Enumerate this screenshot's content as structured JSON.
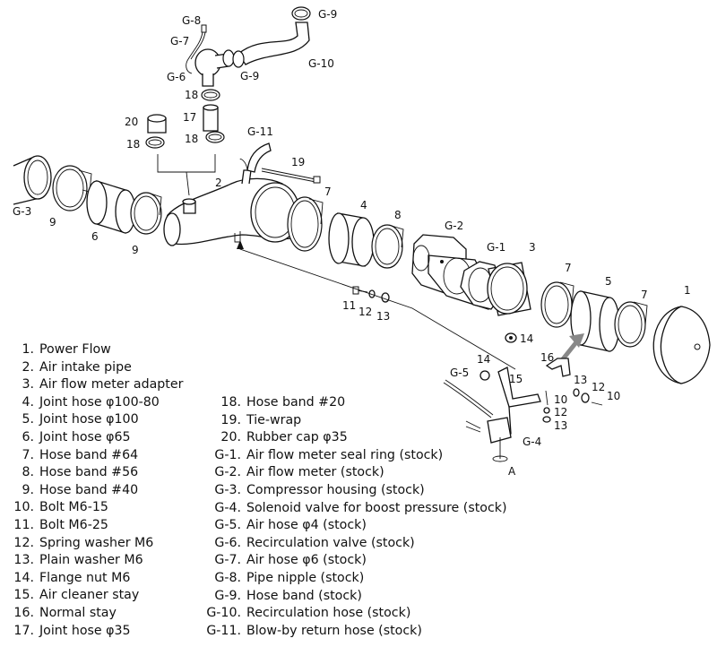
{
  "callouts": {
    "g8": "G-8",
    "g9a": "G-9",
    "g7": "G-7",
    "g6": "G-6",
    "g9b": "G-9",
    "g10": "G-10",
    "p18a": "18",
    "p17": "17",
    "p20": "20",
    "p18b": "18",
    "p18c": "18",
    "g11": "G-11",
    "p19": "19",
    "p2": "2",
    "p7a": "7",
    "p4": "4",
    "p8": "8",
    "g2": "G-2",
    "g1": "G-1",
    "p3": "3",
    "g3": "G-3",
    "p9a": "9",
    "p6": "6",
    "p9b": "9",
    "p11": "11",
    "p12a": "12",
    "p13a": "13",
    "p14a": "14",
    "p7b": "7",
    "p5": "5",
    "p7c": "7",
    "p1": "1",
    "p14b": "14",
    "g5": "G-5",
    "p15": "15",
    "p16": "16",
    "p13b": "13",
    "p12b": "12",
    "p10a": "10",
    "p10b": "10",
    "p12c": "12",
    "p13c": "13",
    "g4": "G-4",
    "a": "A"
  },
  "legend_left": [
    {
      "num": "1.",
      "text": "Power Flow"
    },
    {
      "num": "2.",
      "text": "Air intake pipe"
    },
    {
      "num": "3.",
      "text": "Air flow meter adapter"
    },
    {
      "num": "4.",
      "text": "Joint hose  φ100-80"
    },
    {
      "num": "5.",
      "text": "Joint hose  φ100"
    },
    {
      "num": "6.",
      "text": "Joint hose  φ65"
    },
    {
      "num": "7.",
      "text": "Hose band  #64"
    },
    {
      "num": "8.",
      "text": "Hose band  #56"
    },
    {
      "num": "9.",
      "text": "Hose band  #40"
    },
    {
      "num": "10.",
      "text": "Bolt  M6-15"
    },
    {
      "num": "11.",
      "text": "Bolt  M6-25"
    },
    {
      "num": "12.",
      "text": "Spring washer  M6"
    },
    {
      "num": "13.",
      "text": "Plain washer  M6"
    },
    {
      "num": "14.",
      "text": "Flange nut  M6"
    },
    {
      "num": "15.",
      "text": "Air cleaner stay"
    },
    {
      "num": "16.",
      "text": "Normal stay"
    },
    {
      "num": "17.",
      "text": "Joint hose  φ35"
    }
  ],
  "legend_right": [
    {
      "num": "18.",
      "text": "Hose band  #20"
    },
    {
      "num": "19.",
      "text": "Tie-wrap"
    },
    {
      "num": "20.",
      "text": "Rubber cap  φ35"
    },
    {
      "num": "G-1.",
      "text": "Air flow meter seal ring (stock)"
    },
    {
      "num": "G-2.",
      "text": "Air flow meter (stock)"
    },
    {
      "num": "G-3.",
      "text": "Compressor housing (stock)"
    },
    {
      "num": "G-4.",
      "text": "Solenoid valve for boost pressure (stock)"
    },
    {
      "num": "G-5.",
      "text": "Air hose  φ4 (stock)"
    },
    {
      "num": "G-6.",
      "text": "Recirculation valve (stock)"
    },
    {
      "num": "G-7.",
      "text": "Air hose  φ6 (stock)"
    },
    {
      "num": "G-8.",
      "text": "Pipe nipple (stock)"
    },
    {
      "num": "G-9.",
      "text": "Hose band (stock)"
    },
    {
      "num": "G-10.",
      "text": "Recirculation hose (stock)"
    },
    {
      "num": "G-11.",
      "text": "Blow-by return hose (stock)"
    }
  ]
}
